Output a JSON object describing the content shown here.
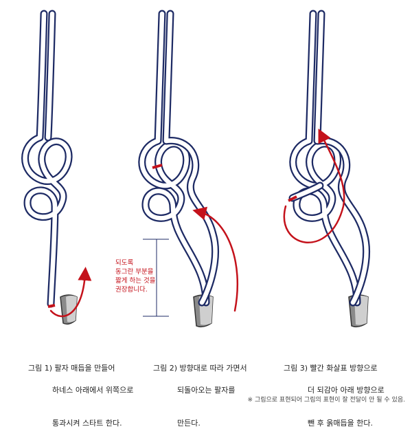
{
  "figures": [
    {
      "caption_lines": [
        "그림 1) 팔자 매듭을 만들어",
        "하네스 아래에서 위쪽으로",
        "통과시켜 스타트 한다."
      ]
    },
    {
      "caption_lines": [
        "그림 2) 방향대로 따라 가면서",
        "되돌아오는 팔자를",
        "만든다."
      ],
      "note": "되도록\n동그란 부분을\n짧게 하는 것을\n권장합니다."
    },
    {
      "caption_lines": [
        "그림 3) 빨간 화살표 방향으로",
        "더 되감아 아래 방향으로",
        "뺀 후 옭매듭을 한다."
      ]
    }
  ],
  "footnote": "※ 그림으로 표현되어 그림의 표현이 잘 전달이 안 될 수 있음.",
  "colors": {
    "rope": "#1d2a64",
    "arrow": "#c4121b",
    "harness": "#8a8a8a"
  }
}
